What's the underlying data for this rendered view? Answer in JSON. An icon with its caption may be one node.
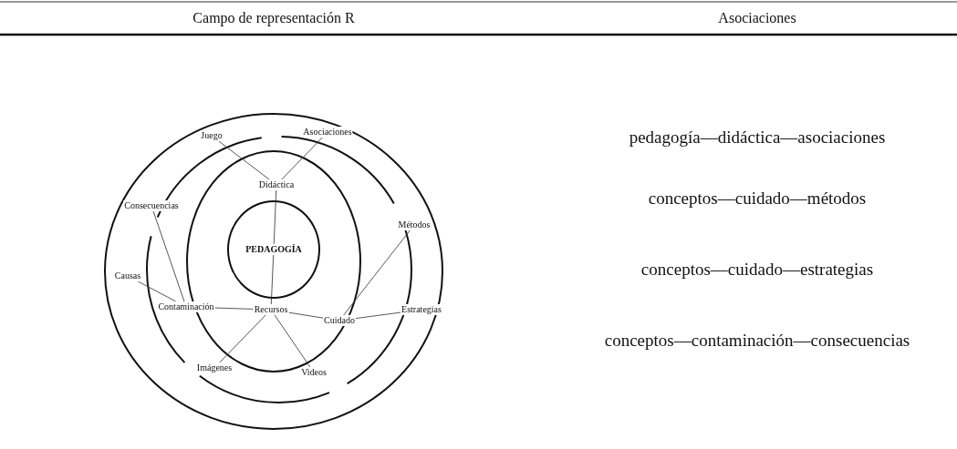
{
  "diagram": {
    "nodes": [
      {
        "text": [
          "PEDAGOGÍA"
        ]
      },
      {
        "text": [
          "Juego"
        ]
      },
      {
        "text": [
          "Asociaciones"
        ]
      },
      {
        "text": [
          "Didáctica"
        ]
      },
      {
        "text": [
          "Consecuencias"
        ]
      },
      {
        "text": [
          "Métodos"
        ]
      },
      {
        "text": [
          "Causas"
        ]
      },
      {
        "text": [
          "Contaminación"
        ]
      },
      {
        "text": [
          "Recursos"
        ]
      },
      {
        "text": [
          "Cuidado"
        ]
      },
      {
        "text": [
          "Estrategias"
        ]
      },
      {
        "text": [
          "Imágenes"
        ]
      },
      {
        "text": [
          "Videos"
        ]
      }
    ],
    "edges": [
      {
        "from": 1,
        "to": 3,
        "arrow": "none"
      },
      {
        "from": 2,
        "to": 3,
        "arrow": "none"
      },
      {
        "from": 3,
        "to": 0,
        "arrow": "none"
      },
      {
        "from": 0,
        "to": 8,
        "arrow": "none"
      },
      {
        "from": 4,
        "to": 7,
        "arrow": "none"
      },
      {
        "from": 6,
        "to": 7,
        "arrow": "none"
      },
      {
        "from": 7,
        "to": 8,
        "arrow": "none"
      },
      {
        "from": 8,
        "to": 11,
        "arrow": "none"
      },
      {
        "from": 8,
        "to": 12,
        "arrow": "none"
      },
      {
        "from": 8,
        "to": 9,
        "arrow": "none"
      },
      {
        "from": 9,
        "to": 5,
        "arrow": "none"
      },
      {
        "from": 9,
        "to": 10,
        "arrow": "none"
      }
    ],
    "labels": [
      "Campo de representación R",
      "Asociaciones",
      "pedagogía—didáctica—asociaciones",
      "conceptos—cuidado—métodos",
      "conceptos—cuidado—estrategias",
      "conceptos—contaminación—consecuencias"
    ]
  }
}
